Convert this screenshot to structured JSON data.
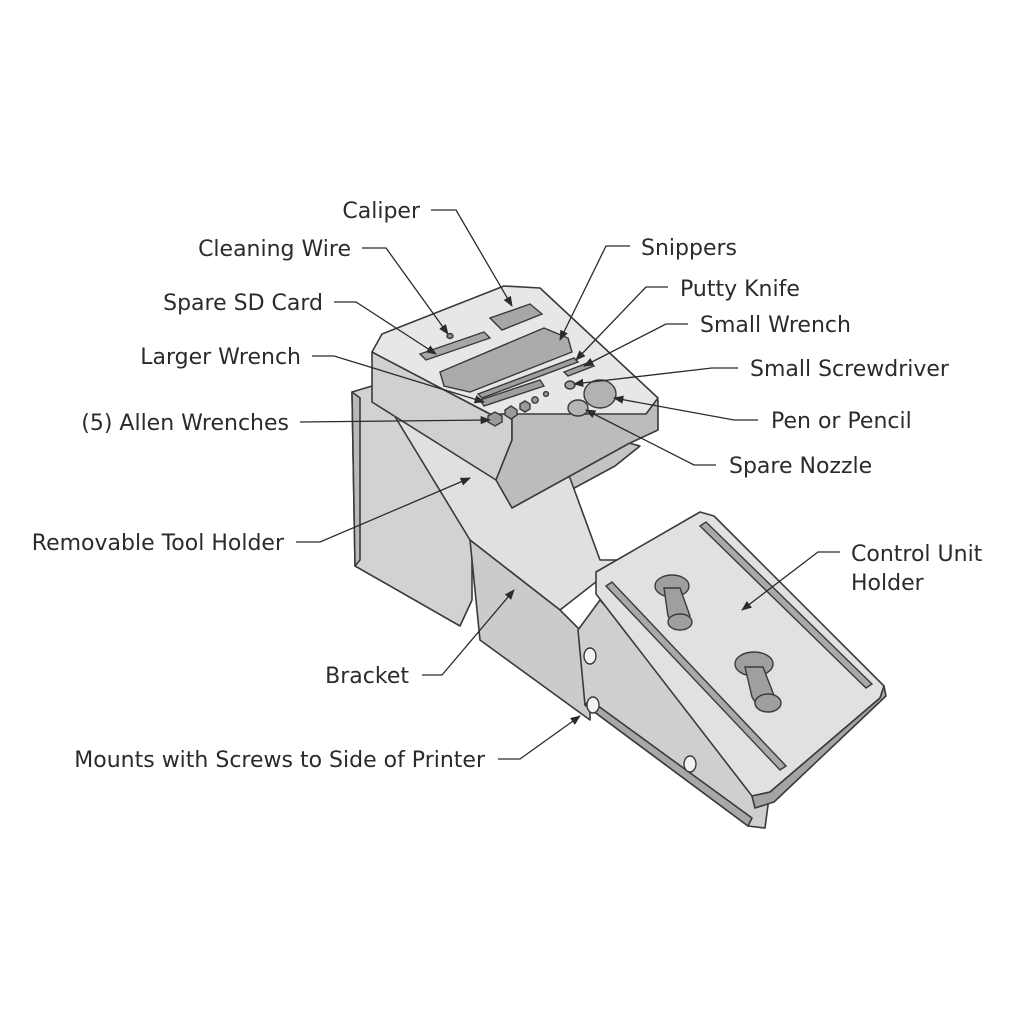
{
  "labels": {
    "caliper": "Caliper",
    "cleaning_wire": "Cleaning Wire",
    "spare_sd_card": "Spare SD Card",
    "larger_wrench": "Larger Wrench",
    "allen_wrenches": "(5) Allen Wrenches",
    "removable_tool_holder": "Removable Tool Holder",
    "bracket": "Bracket",
    "mounts_with_screws": "Mounts with Screws to Side of Printer",
    "snippers": "Snippers",
    "putty_knife": "Putty Knife",
    "small_wrench": "Small Wrench",
    "small_screwdriver": "Small Screwdriver",
    "pen_or_pencil": "Pen or Pencil",
    "spare_nozzle": "Spare Nozzle",
    "control_unit_holder_line1": "Control Unit",
    "control_unit_holder_line2": "Holder"
  },
  "colors": {
    "part_light": "#e4e4e4",
    "part_mid": "#cfcfcf",
    "part_dark": "#b3b3b3",
    "part_shadow": "#9c9c9c",
    "ink": "#2b2b2b"
  }
}
